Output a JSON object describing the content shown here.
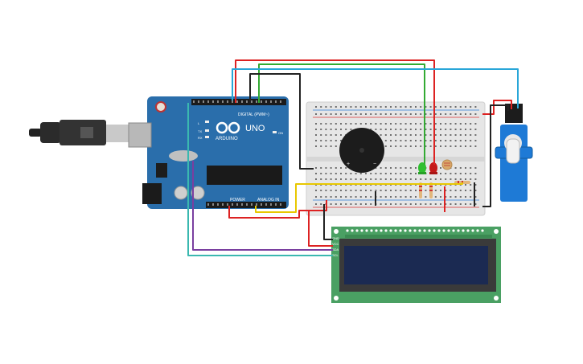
{
  "arduino": {
    "digital_label": "DIGITAL (PWM~)",
    "power_label": "POWER",
    "analog_label": "ANALOG IN",
    "brand": "ARDUINO",
    "model": "UNO",
    "tx": "TX",
    "rx": "RX",
    "on": "ON",
    "led_l": "L"
  },
  "lcd": {
    "pins": [
      "GND",
      "VCC",
      "SDA",
      "SCL"
    ]
  },
  "colors": {
    "board": "#2a6eab",
    "breadboard": "#e6e6e6",
    "wire_red": "#d22",
    "wire_green": "#3a3",
    "wire_blue": "#29a6d8",
    "wire_black": "#222",
    "wire_yellow": "#e8c800",
    "wire_purple": "#7a3fa0",
    "wire_teal": "#3bb8b0",
    "lcd_pcb": "#4aa063",
    "lcd_screen": "#1b2a52",
    "servo": "#1e7ad6"
  }
}
